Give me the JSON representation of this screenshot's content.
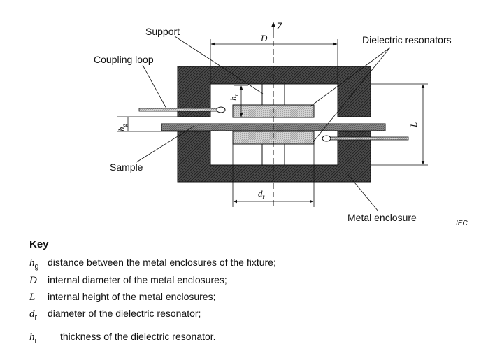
{
  "diagram": {
    "labels": {
      "support": "Support",
      "dielectric_resonators": "Dielectric resonators",
      "coupling_loop": "Coupling loop",
      "sample": "Sample",
      "metal_enclosure": "Metal enclosure",
      "iec": "IEC",
      "z_axis": "Z"
    },
    "dims": {
      "D": "D",
      "L": "L",
      "h": "h",
      "r_sub": "r",
      "g_sub": "g",
      "d": "d"
    }
  },
  "key": {
    "title": "Key",
    "items": [
      {
        "symbol": "h",
        "sub": "g",
        "text": "distance between the metal enclosures of the fixture;"
      },
      {
        "symbol": "D",
        "sub": "",
        "text": "internal diameter of the metal enclosures;"
      },
      {
        "symbol": "L",
        "sub": "",
        "text": "internal height of the metal enclosures;"
      },
      {
        "symbol": "d",
        "sub": "r",
        "text": "diameter of the dielectric resonator;"
      },
      {
        "symbol": "h",
        "sub": "r",
        "text": "thickness of the dielectric resonator."
      }
    ]
  }
}
